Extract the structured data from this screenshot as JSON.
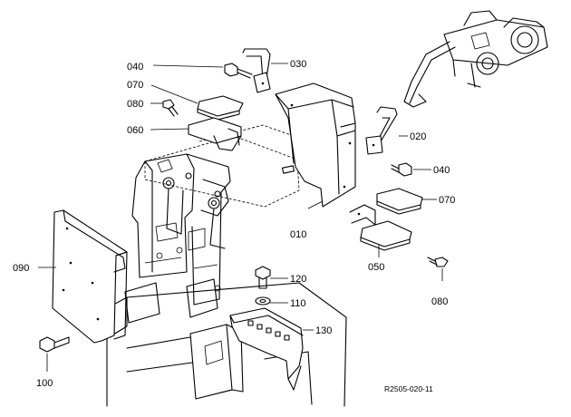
{
  "diagram": {
    "reference_code": "R2505-020-11",
    "parts": [
      {
        "id": "p010",
        "number": "010"
      },
      {
        "id": "p020",
        "number": "020"
      },
      {
        "id": "p030",
        "number": "030"
      },
      {
        "id": "p040a",
        "number": "040"
      },
      {
        "id": "p040b",
        "number": "040"
      },
      {
        "id": "p050",
        "number": "050"
      },
      {
        "id": "p060",
        "number": "060"
      },
      {
        "id": "p070a",
        "number": "070"
      },
      {
        "id": "p070b",
        "number": "070"
      },
      {
        "id": "p080a",
        "number": "080"
      },
      {
        "id": "p080b",
        "number": "080"
      },
      {
        "id": "p090",
        "number": "090"
      },
      {
        "id": "p100",
        "number": "100"
      },
      {
        "id": "p110",
        "number": "110"
      },
      {
        "id": "p120",
        "number": "120"
      },
      {
        "id": "p130",
        "number": "130"
      }
    ]
  }
}
